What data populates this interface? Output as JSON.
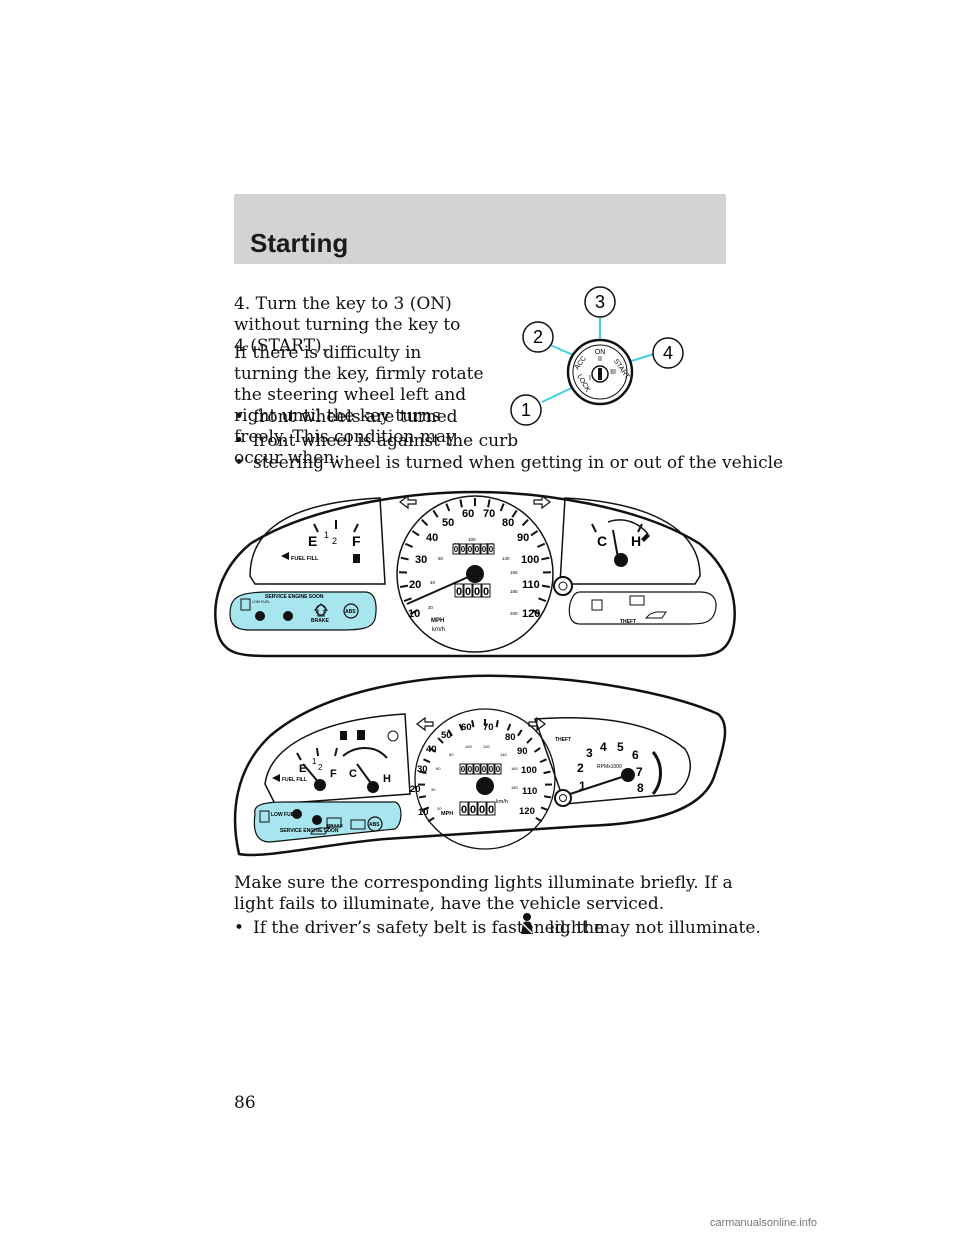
{
  "header": {
    "title": "Starting"
  },
  "body": {
    "step4": "4. Turn the key to 3 (ON) without turning the key to 4 (START).",
    "difficulty": "If there is difficulty in turning the key, firmly rotate the steering wheel left and right until the key turns freely. This condition may occur when:",
    "conditions": [
      "front wheels are turned",
      "front wheel is against the curb",
      "steering wheel is turned when getting in or out of the vehicle"
    ],
    "lights_check": "Make sure the corresponding lights illuminate briefly. If a light fails to illuminate, have the vehicle serviced.",
    "belt_note_before": "If the driver’s safety belt is fastened, the",
    "belt_note_after": "light may not illuminate.",
    "bullet_char": "•"
  },
  "ignition": {
    "callouts": [
      "1",
      "2",
      "3",
      "4"
    ],
    "positions": {
      "lock": "LOCK",
      "lock_num": "I",
      "acc": "ACC",
      "on": "ON",
      "on_num": "II",
      "start": "START",
      "start_num": "III"
    }
  },
  "cluster1": {
    "fuel": {
      "e": "E",
      "half_num": "1",
      "half_den": "2",
      "f": "F",
      "fill": "FUEL FILL"
    },
    "temp": {
      "c": "C",
      "h": "H"
    },
    "speed_mph": [
      "10",
      "20",
      "30",
      "40",
      "50",
      "60",
      "70",
      "80",
      "90",
      "100",
      "110",
      "120"
    ],
    "speed_kmh": [
      "20",
      "40",
      "60",
      "80",
      "100",
      "120",
      "140",
      "160",
      "180",
      "200"
    ],
    "units": {
      "mph": "MPH",
      "kmh": "km/h"
    },
    "odometer": [
      "0",
      "0",
      "0",
      "0",
      "0",
      "0"
    ],
    "trip": [
      "0",
      "0",
      "0",
      "0"
    ],
    "warnings": {
      "low_fuel": "LOW FUEL",
      "service": "SERVICE ENGINE SOON",
      "brake": "BRAKE",
      "abs": "ABS",
      "theft": "THEFT"
    }
  },
  "cluster2": {
    "fuel": {
      "e": "E",
      "half_num": "1",
      "half_den": "2",
      "f": "F",
      "fill": "FUEL FILL"
    },
    "temp": {
      "c": "C",
      "h": "H"
    },
    "speed_mph": [
      "10",
      "20",
      "30",
      "40",
      "50",
      "60",
      "70",
      "80",
      "90",
      "100",
      "110",
      "120"
    ],
    "speed_kmh": [
      "20",
      "40",
      "60",
      "80",
      "100",
      "120",
      "140",
      "160",
      "180"
    ],
    "units": {
      "mph": "MPH",
      "kmh": "km/h"
    },
    "odometer": [
      "0",
      "0",
      "0",
      "0",
      "0",
      "0"
    ],
    "trip": [
      "0",
      "0",
      "0",
      "0"
    ],
    "tach": [
      "1",
      "2",
      "3",
      "4",
      "5",
      "6",
      "7",
      "8"
    ],
    "tach_unit": "RPMx1000",
    "warnings": {
      "low_fuel": "LOW FUEL",
      "service": "SERVICE ENGINE SOON",
      "brake": "BRAKE",
      "abs": "ABS",
      "theft": "THEFT"
    }
  },
  "page": {
    "number": "86"
  },
  "footer": {
    "watermark": "carmanualsonline.info"
  },
  "colors": {
    "header_bg": "#d3d3d3",
    "highlight": "#a8e6ef",
    "callout_line": "#3fd0e0"
  }
}
